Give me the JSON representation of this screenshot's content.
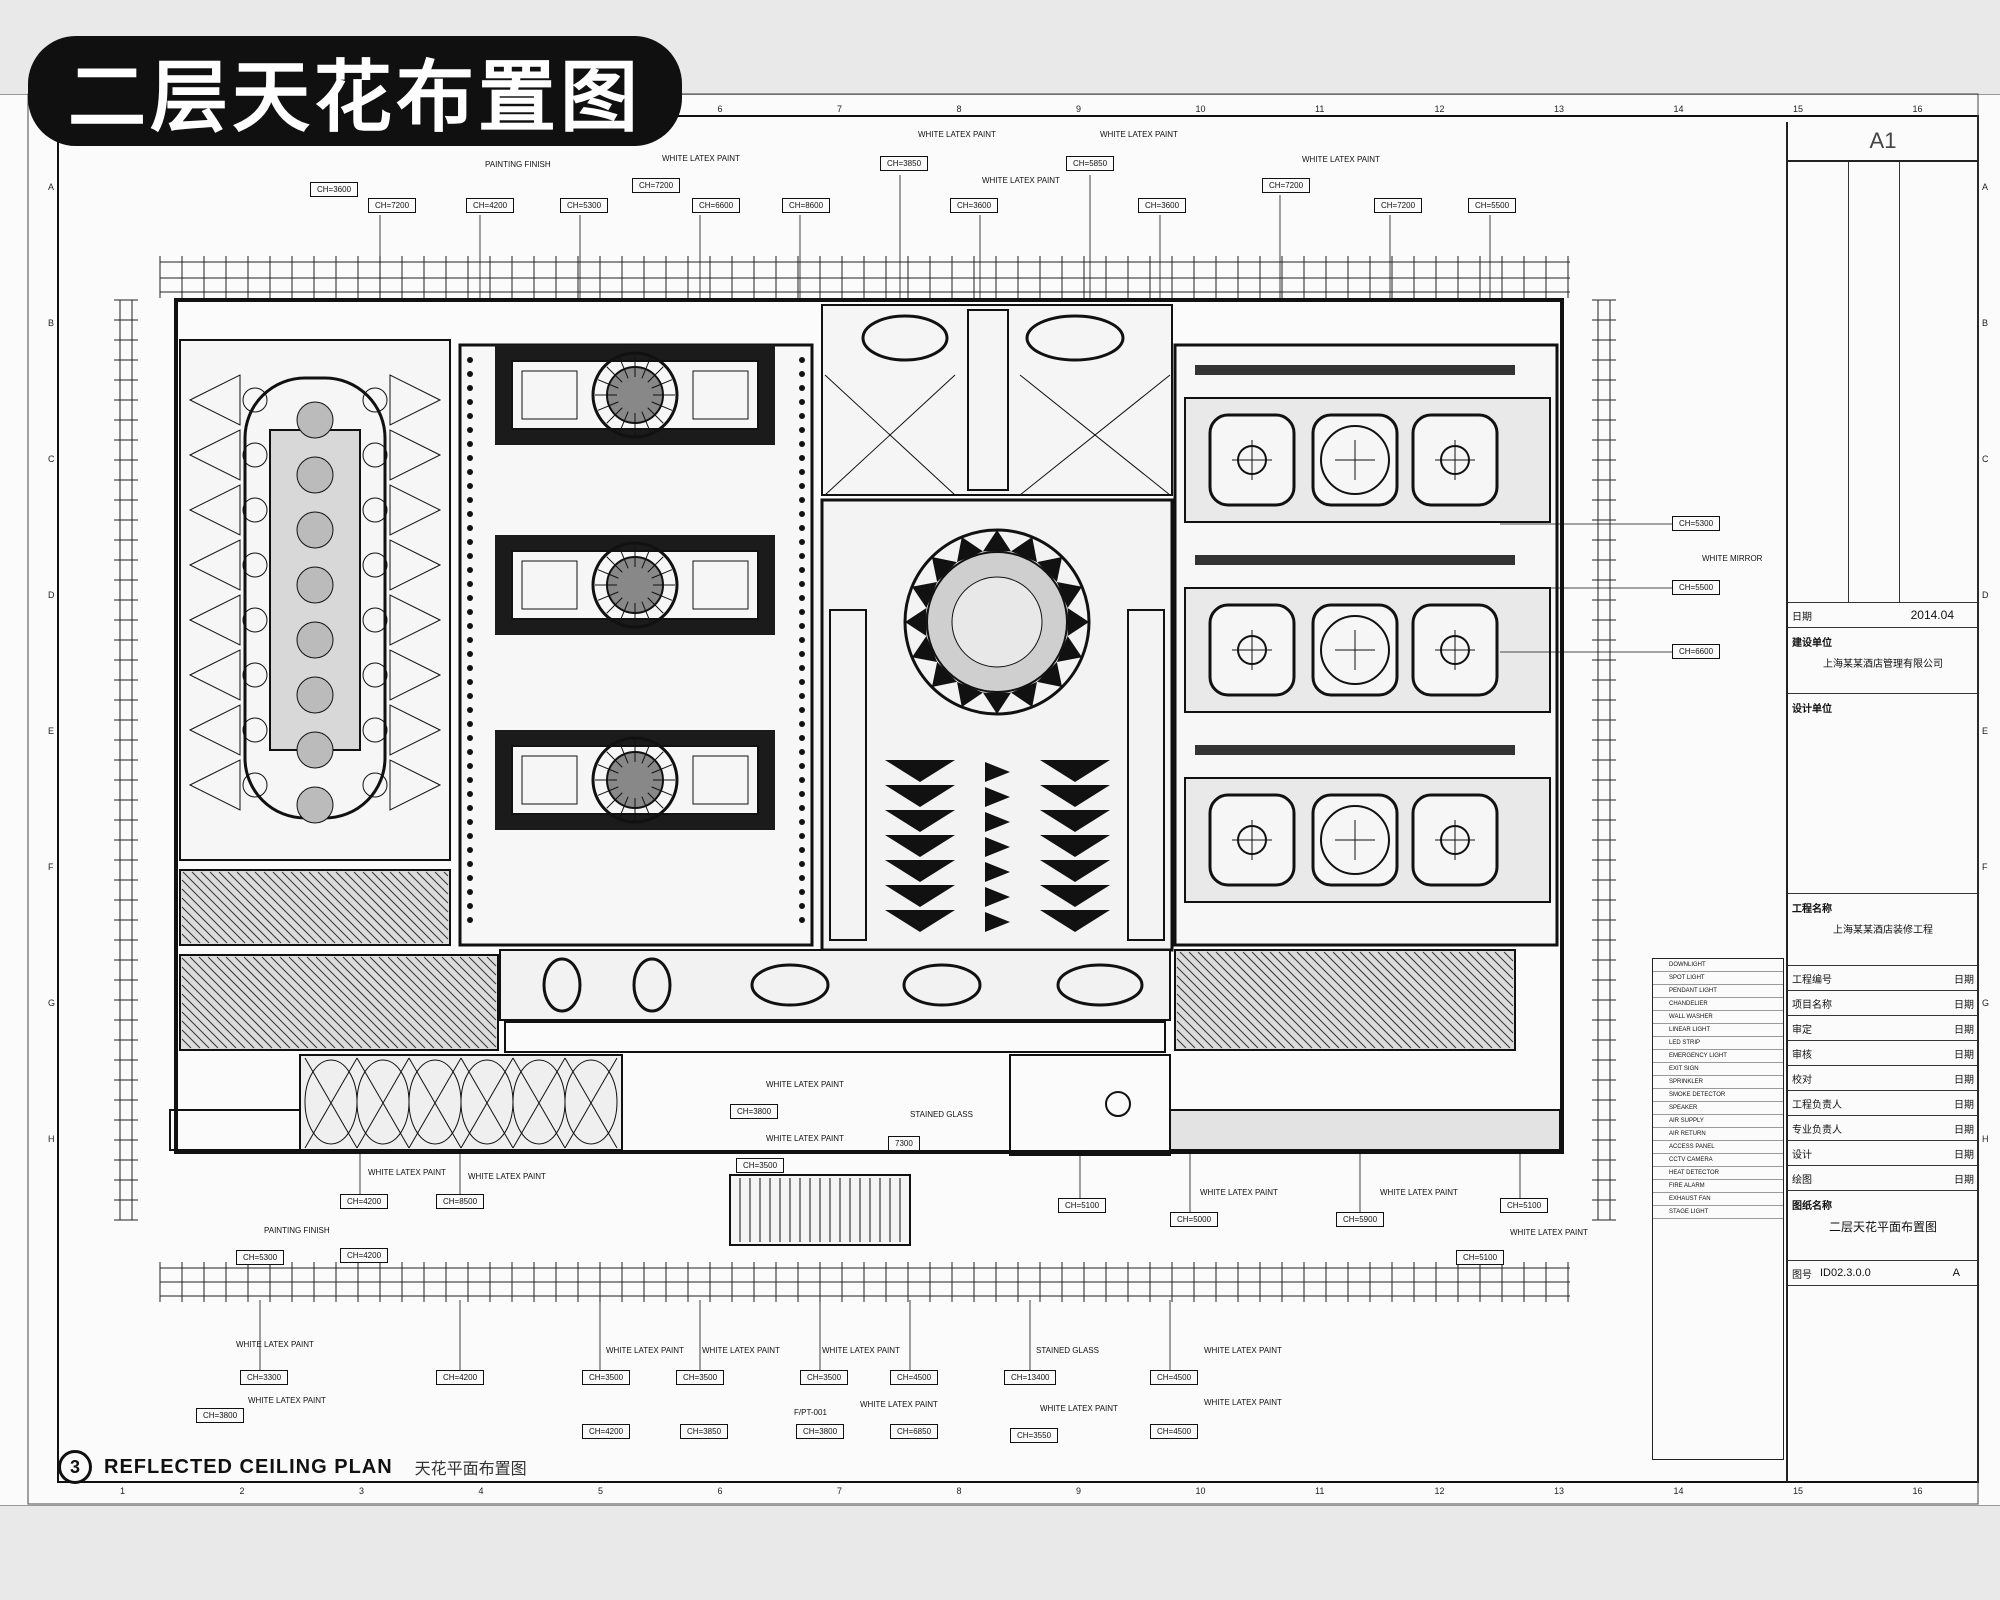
{
  "title_badge": "二层天花布置图",
  "sheet_no": "A1",
  "caption": {
    "number": "3",
    "title": "REFLECTED CEILING PLAN",
    "subtitle": "天花平面布置图"
  },
  "title_block": {
    "date_label": "日期",
    "date_value": "2014.04",
    "client_label": "建设单位",
    "client_value": "上海某某酒店管理有限公司",
    "designer_label": "设计单位",
    "project_label": "工程名称",
    "project_value": "上海某某酒店装修工程",
    "drawing_label": "图纸名称",
    "drawing_value": "二层天花平面布置图",
    "drawing_no_label": "图号",
    "drawing_no_value": "ID02.3.0.0",
    "rev_value": "A",
    "rows": [
      "工程编号",
      "项目名称",
      "审定",
      "审核",
      "校对",
      "工程负责人",
      "专业负责人",
      "设计",
      "绘图"
    ],
    "row_right": "日期"
  },
  "materials": {
    "white_latex_paint": "WHITE LATEX PAINT",
    "painting_finish": "PAINTING FINISH",
    "white_mirror": "WHITE MIRROR",
    "stained_glass": "STAINED GLASS",
    "fpt": "F/PT-001"
  },
  "ceiling_heights": [
    "CH=7200",
    "CH=4200",
    "CH=5300",
    "CH=7200",
    "CH=6600",
    "CH=8600",
    "CH=3850",
    "CH=3600",
    "CH=3600",
    "CH=5850",
    "CH=7200",
    "CH=7200",
    "CH=5500",
    "CH=5300",
    "CH=5500",
    "CH=6600",
    "CH=3800",
    "CH=3500",
    "CH=4200",
    "CH=8500",
    "CH=4200",
    "CH=5100",
    "CH=5100",
    "CH=5900",
    "CH=5100",
    "CH=5000",
    "CH=5300",
    "CH=3800",
    "CH=4200",
    "CH=3500",
    "CH=3500",
    "CH=3500",
    "CH=4500",
    "CH=13400",
    "CH=4500",
    "CH=4500",
    "CH=4200",
    "CH=3850",
    "CH=3800",
    "CH=6850",
    "CH=3550",
    "CH=3300",
    "CH=3600",
    "7300"
  ],
  "grid_cols": [
    "1",
    "2",
    "3",
    "4",
    "5",
    "6",
    "7",
    "8",
    "9",
    "10",
    "11",
    "12",
    "13",
    "14",
    "15",
    "16"
  ],
  "grid_rows": [
    "A",
    "B",
    "C",
    "D",
    "E",
    "F",
    "G",
    "H"
  ],
  "legend_items": [
    "DOWNLIGHT",
    "SPOT LIGHT",
    "PENDANT LIGHT",
    "CHANDELIER",
    "WALL WASHER",
    "LINEAR LIGHT",
    "LED STRIP",
    "EMERGENCY LIGHT",
    "EXIT SIGN",
    "SPRINKLER",
    "SMOKE DETECTOR",
    "SPEAKER",
    "AIR SUPPLY",
    "AIR RETURN",
    "ACCESS PANEL",
    "CCTV CAMERA",
    "HEAT DETECTOR",
    "FIRE ALARM",
    "EXHAUST FAN",
    "STAGE LIGHT"
  ]
}
